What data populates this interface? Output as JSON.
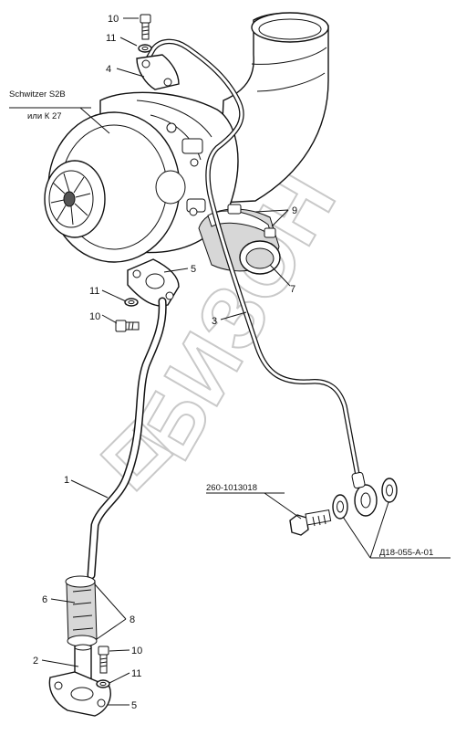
{
  "watermark": {
    "text": "БИЗОН"
  },
  "callouts": {
    "c10_top": "10",
    "c11_top": "11",
    "c4": "4",
    "c9": "9",
    "c5_top": "5",
    "c11_mid": "11",
    "c10_mid": "10",
    "c7": "7",
    "c3": "3",
    "c1": "1",
    "c6": "6",
    "c8": "8",
    "c2": "2",
    "c10_bot": "10",
    "c11_bot": "11",
    "c5_bot": "5"
  },
  "turbo_label": {
    "line1": "Schwitzer S2B",
    "line2": "или К 27"
  },
  "part_codes": {
    "bolt": "260-1013018",
    "washers": "Д18-055-А-01"
  }
}
